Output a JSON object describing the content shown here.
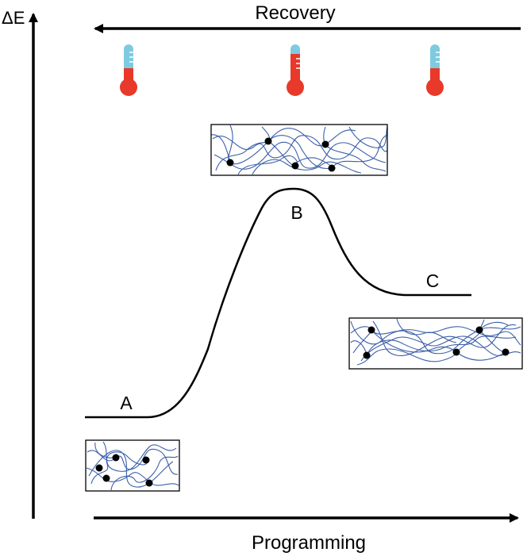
{
  "axes": {
    "y_label": "ΔE",
    "x_label": "Programming",
    "top_label": "Recovery"
  },
  "states": [
    {
      "id": "A",
      "label": "A"
    },
    {
      "id": "B",
      "label": "B"
    },
    {
      "id": "C",
      "label": "C"
    }
  ],
  "thermometers": [
    {
      "name": "cold",
      "level": 0.35
    },
    {
      "name": "hot",
      "level": 0.8
    },
    {
      "name": "cold",
      "level": 0.35
    }
  ],
  "colors": {
    "curve": "#000000",
    "chain": "#3b5fa8",
    "crosslink": "#000000",
    "thermo_tube": "#7ecbe0",
    "thermo_hot": "#e8392a"
  },
  "icons": [
    "thermometer-icon",
    "polymer-network-icon"
  ]
}
